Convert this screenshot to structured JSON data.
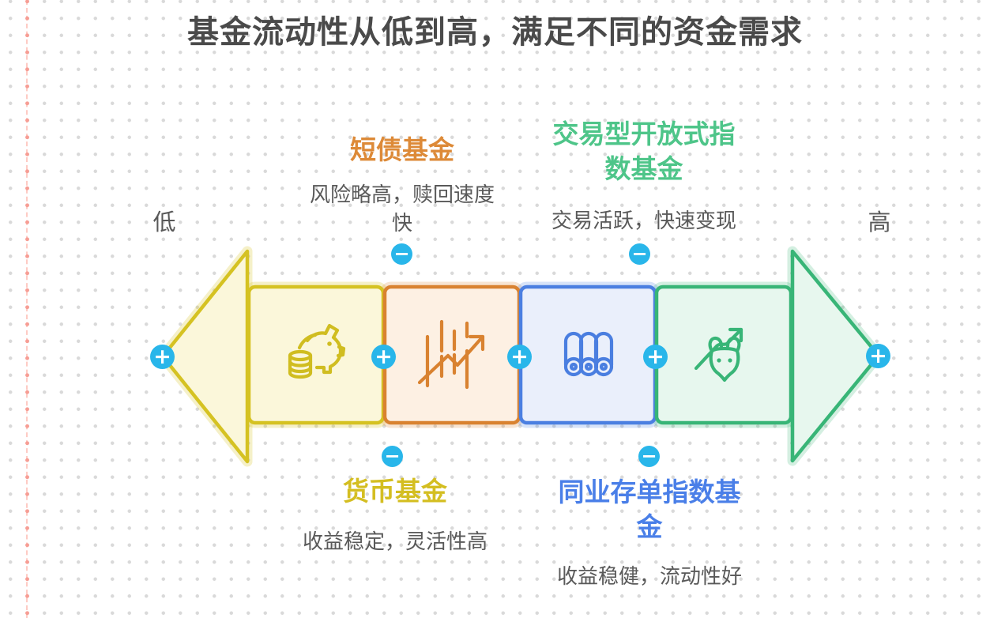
{
  "title": "基金流动性从低到高，满足不同的资金需求",
  "scale": {
    "low": "低",
    "high": "高"
  },
  "controls": {
    "plus": "+",
    "minus": "−",
    "button_color": "#29b6ea"
  },
  "arrow": {
    "left_head_color": "#d5c222",
    "right_head_color": "#38b577"
  },
  "funds": [
    {
      "name": "货币基金",
      "name_lines": [
        "货币基金"
      ],
      "description": "收益稳定，灵活性高",
      "desc_lines": [
        "收益稳定，灵活性高"
      ],
      "label_position": "below",
      "icon": "piggy-bank-icon",
      "text_color": "#d4be21",
      "box_stroke": "#d5c222",
      "box_fill": "#fbf7da"
    },
    {
      "name": "短债基金",
      "name_lines": [
        "短债基金"
      ],
      "description": "风险略高，赎回速度快",
      "desc_lines": [
        "风险略高，赎回速度",
        "快"
      ],
      "label_position": "above",
      "icon": "stock-chart-icon",
      "text_color": "#dd8a38",
      "box_stroke": "#d98230",
      "box_fill": "#fdf0e3"
    },
    {
      "name": "同业存单指数基金",
      "name_lines": [
        "同业存单指数基",
        "金"
      ],
      "description": "收益稳健，流动性好",
      "desc_lines": [
        "收益稳健，流动性好"
      ],
      "label_position": "below",
      "icon": "deposit-certificates-icon",
      "text_color": "#4a7fe8",
      "box_stroke": "#4b7fe1",
      "box_fill": "#eaeffb"
    },
    {
      "name": "交易型开放式指数基金",
      "name_lines": [
        "交易型开放式指",
        "数基金"
      ],
      "description": "交易活跃，快速变现",
      "desc_lines": [
        "交易活跃，快速变现"
      ],
      "label_position": "above",
      "icon": "bull-market-icon",
      "text_color": "#4ec589",
      "box_stroke": "#38b577",
      "box_fill": "#e7f7ee"
    }
  ]
}
